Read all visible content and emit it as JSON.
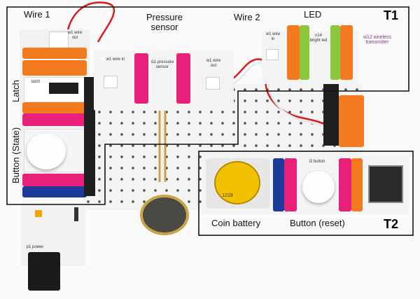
{
  "labels": {
    "wire1": "Wire 1",
    "pressure": "Pressure\nsensor",
    "wire2": "Wire 2",
    "led": "LED",
    "latch": "Latch",
    "button_state": "Button (State)",
    "coin_battery": "Coin battery",
    "button_reset": "Button (reset)"
  },
  "groups": {
    "t1": "T1",
    "t2": "T2"
  },
  "module_text": {
    "w1_top": "w1 wire out",
    "latch": "latch",
    "i11": "i11 pressure sensor",
    "w1_in": "w1 wire in",
    "w1_out": "w1 wire out",
    "w1_led_in": "w1 wire in",
    "o14": "o14 bright led",
    "w12": "w12 wireless transmitter",
    "i3": "i3 button",
    "p1": "p1 power",
    "battery": "1218"
  },
  "colors": {
    "orange": "#f47a20",
    "pink": "#e8207c",
    "green": "#8cc63f",
    "blue": "#1d3a9a",
    "board": "#f3f3f3",
    "wire_red": "#d81b1b",
    "coin": "#f2c200"
  }
}
